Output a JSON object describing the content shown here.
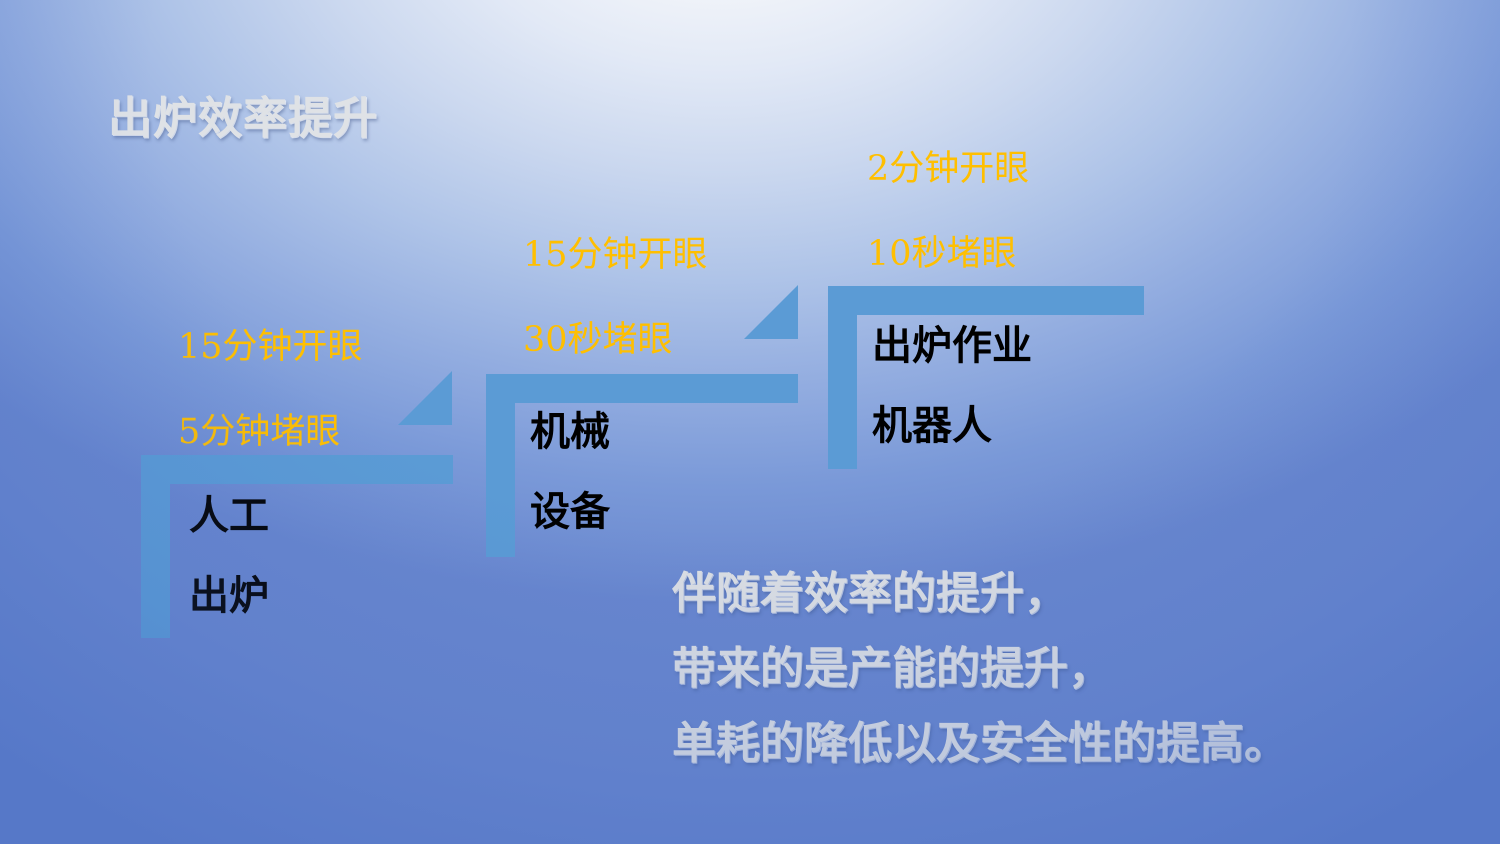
{
  "slide": {
    "title": "出炉效率提升",
    "background_top_color": "#ffffff",
    "background_edge_color": "#5a7fc8",
    "accent_color": "#5b9bd5",
    "metric_color": "#ffbf00",
    "label_color": "#000000",
    "title_color": "#dfe2e6"
  },
  "steps": [
    {
      "id": "step-1-manual",
      "metrics": [
        "15分钟开眼",
        "5分钟堵眼"
      ],
      "label_lines": [
        "人工",
        "出炉"
      ]
    },
    {
      "id": "step-2-machine",
      "metrics": [
        "15分钟开眼",
        "30秒堵眼"
      ],
      "label_lines": [
        "机械",
        "设备"
      ]
    },
    {
      "id": "step-3-robot",
      "metrics": [
        "2分钟开眼",
        "10秒堵眼"
      ],
      "label_lines": [
        "出炉作业",
        "机器人"
      ]
    }
  ],
  "summary": {
    "lines": [
      "伴随着效率的提升，",
      "带来的是产能的提升，",
      "单耗的降低以及安全性的提高。"
    ]
  }
}
